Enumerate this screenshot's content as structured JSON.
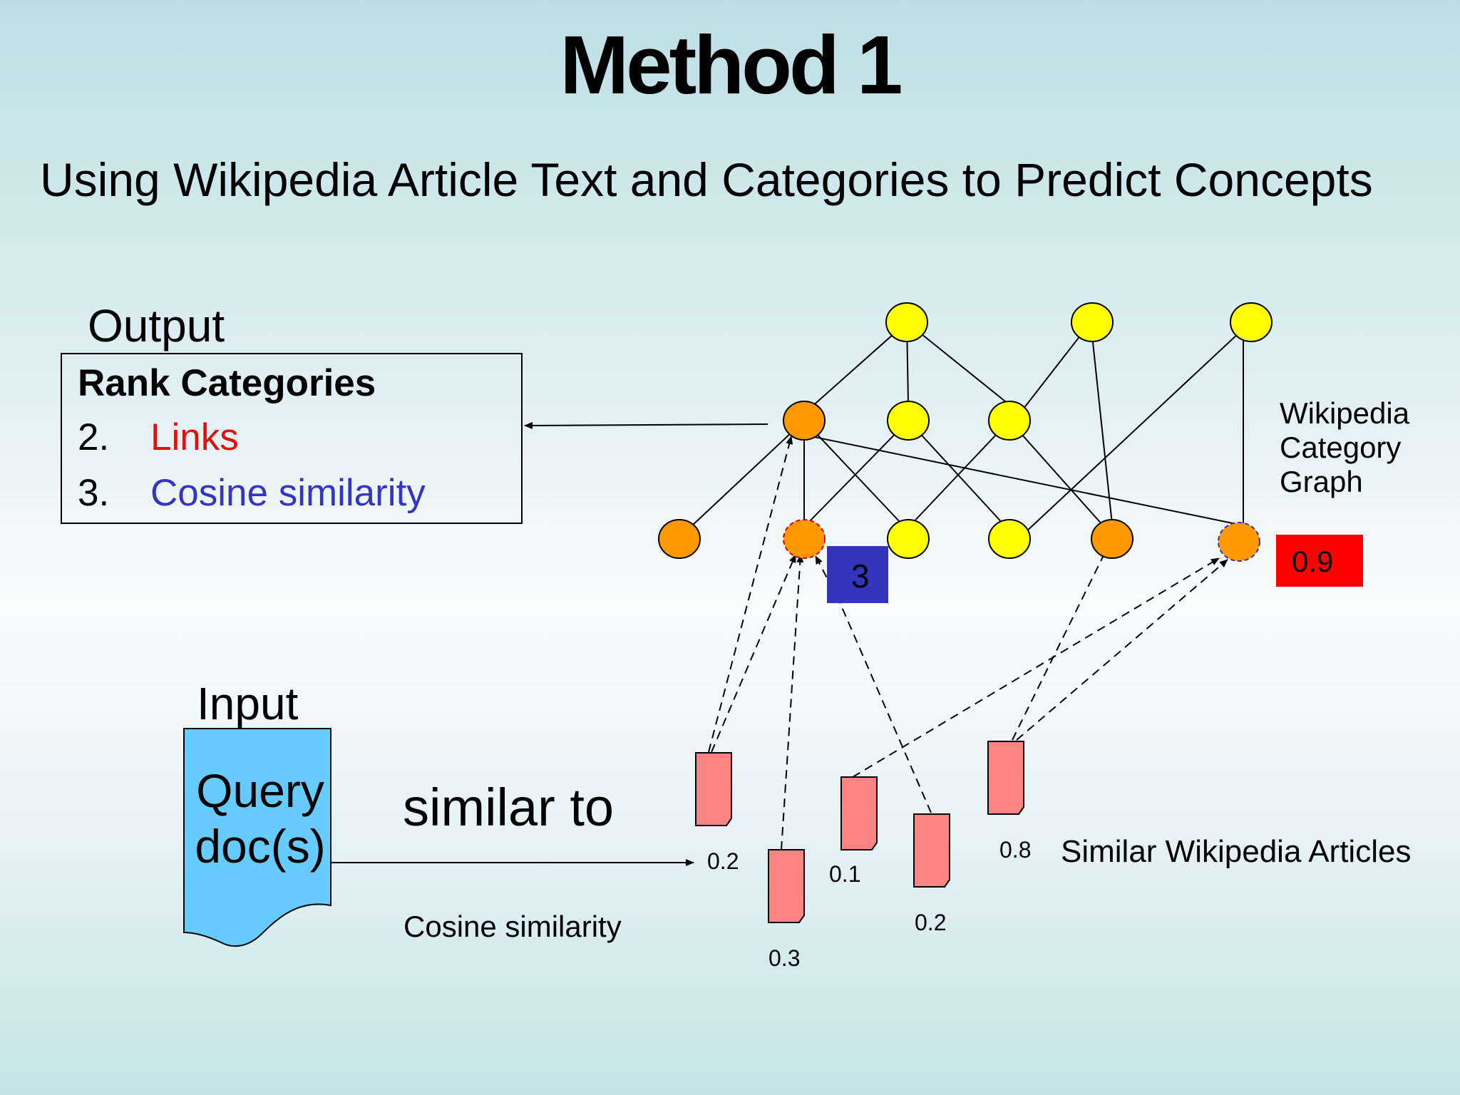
{
  "slide": {
    "title": "Method 1",
    "subtitle": "Using Wikipedia Article Text and Categories to Predict Concepts"
  },
  "output": {
    "label": "Output",
    "heading": "Rank Categories",
    "items": [
      {
        "number": "2.",
        "text": "Links",
        "color": "#e01010"
      },
      {
        "number": "3.",
        "text": "Cosine similarity",
        "color": "#3535c2"
      }
    ]
  },
  "graph": {
    "label_lines": [
      "Wikipedia",
      "Category",
      "Graph"
    ],
    "rank_badge": "3",
    "score_badge": "0.9"
  },
  "input": {
    "label": "Input",
    "document_lines": [
      "Query",
      "doc(s)"
    ]
  },
  "relation": {
    "main_text": "similar to",
    "method_text": "Cosine similarity"
  },
  "articles": {
    "label": "Similar Wikipedia Articles",
    "scores": [
      "0.2",
      "0.3",
      "0.1",
      "0.2",
      "0.8"
    ]
  },
  "colors": {
    "node_yellow": "#ffff00",
    "node_orange": "#ff9900",
    "article_fill": "#ff8585",
    "document_fill": "#66ccff",
    "rank_badge_fill": "#3333bb",
    "score_badge_fill": "#ff0000"
  }
}
